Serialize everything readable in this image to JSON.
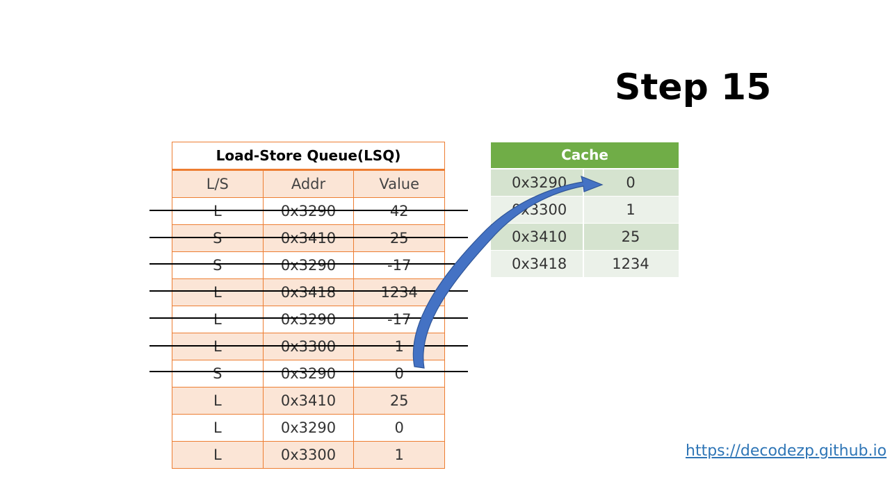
{
  "step_title": "Step 15",
  "lsq": {
    "title": "Load-Store Queue(LSQ)",
    "headers": [
      "L/S",
      "Addr",
      "Value"
    ],
    "rows": [
      {
        "ls": "L",
        "addr": "0x3290",
        "value": "42",
        "struck": true
      },
      {
        "ls": "S",
        "addr": "0x3410",
        "value": "25",
        "struck": true
      },
      {
        "ls": "S",
        "addr": "0x3290",
        "value": "-17",
        "struck": true
      },
      {
        "ls": "L",
        "addr": "0x3418",
        "value": "1234",
        "struck": true
      },
      {
        "ls": "L",
        "addr": "0x3290",
        "value": "-17",
        "struck": true
      },
      {
        "ls": "L",
        "addr": "0x3300",
        "value": "1",
        "struck": true
      },
      {
        "ls": "S",
        "addr": "0x3290",
        "value": "0",
        "struck": true
      },
      {
        "ls": "L",
        "addr": "0x3410",
        "value": "25",
        "struck": false
      },
      {
        "ls": "L",
        "addr": "0x3290",
        "value": "0",
        "struck": false
      },
      {
        "ls": "L",
        "addr": "0x3300",
        "value": "1",
        "struck": false
      }
    ]
  },
  "cache": {
    "title": "Cache",
    "rows": [
      {
        "addr": "0x3290",
        "value": "0"
      },
      {
        "addr": "0x3300",
        "value": "1"
      },
      {
        "addr": "0x3410",
        "value": "25"
      },
      {
        "addr": "0x3418",
        "value": "1234"
      }
    ]
  },
  "link_text": "https://decodezp.github.io",
  "colors": {
    "lsq_border": "#ed7d31",
    "lsq_shade": "#fbe5d6",
    "cache_header": "#70ad47",
    "cache_dark": "#d5e3cf",
    "cache_light": "#ebf1e9",
    "arrow": "#4472c4",
    "link": "#2e75b6"
  }
}
